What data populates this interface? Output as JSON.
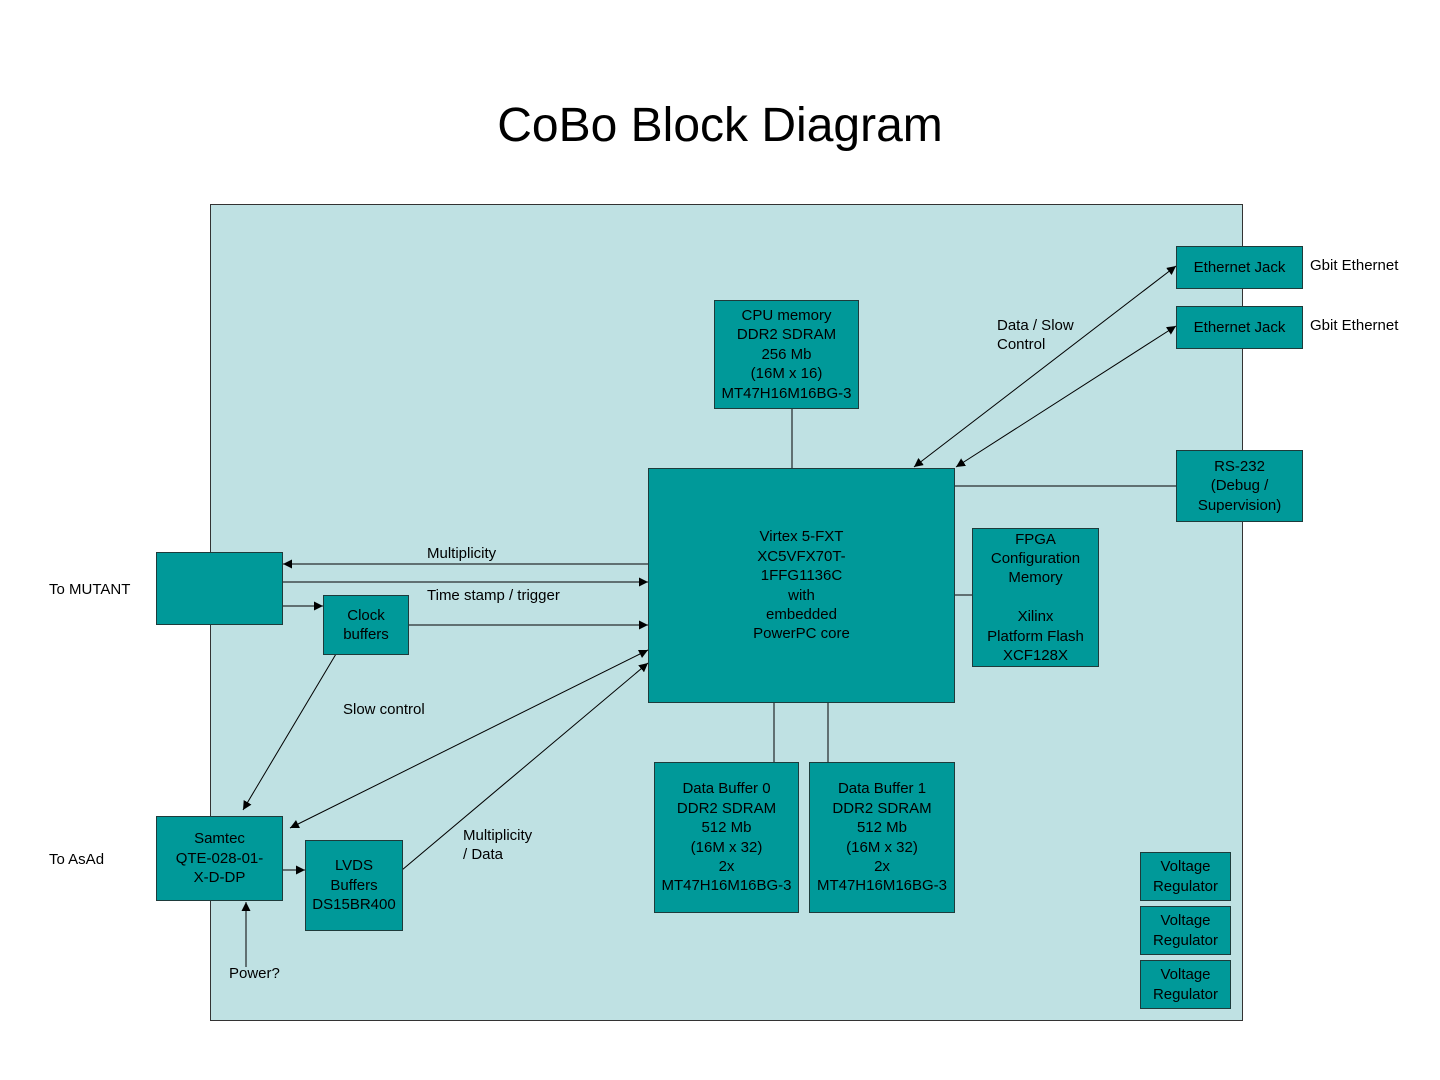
{
  "title": "CoBo Block Diagram",
  "blocks": {
    "cpu_memory": "CPU memory\nDDR2 SDRAM\n256 Mb\n(16M x 16)\nMT47H16M16BG-3",
    "fpga": "Virtex 5-FXT\nXC5VFX70T-\n1FFG1136C\nwith\nembedded\nPowerPC core",
    "ethernet_jack_1": "Ethernet Jack",
    "ethernet_jack_2": "Ethernet Jack",
    "rs232": "RS-232\n(Debug /\nSupervision)",
    "fpga_config": "FPGA\nConfiguration\nMemory\n\nXilinx\nPlatform Flash\nXCF128X",
    "mutant_connector": "",
    "clock_buffers": "Clock\nbuffers",
    "samtec": "Samtec\nQTE-028-01-\nX-D-DP",
    "lvds_buffers": "LVDS\nBuffers\nDS15BR400",
    "data_buffer_0": "Data Buffer 0\nDDR2 SDRAM\n512 Mb\n(16M x 32)\n2x\nMT47H16M16BG-3",
    "data_buffer_1": "Data Buffer 1\nDDR2 SDRAM\n512 Mb\n(16M x 32)\n2x\nMT47H16M16BG-3",
    "voltage_regulator_1": "Voltage\nRegulator",
    "voltage_regulator_2": "Voltage\nRegulator",
    "voltage_regulator_3": "Voltage\nRegulator"
  },
  "labels": {
    "gbit_ethernet_1": "Gbit Ethernet",
    "gbit_ethernet_2": "Gbit Ethernet",
    "data_slow_control": "Data / Slow\nControl",
    "multiplicity": "Multiplicity",
    "time_stamp_trigger": "Time stamp / trigger",
    "slow_control": "Slow control",
    "multiplicity_data": "Multiplicity\n/ Data",
    "to_mutant": "To MUTANT",
    "to_asad": "To AsAd",
    "power": "Power?"
  },
  "colors": {
    "board": "#bfe1e3",
    "block": "#009999"
  }
}
